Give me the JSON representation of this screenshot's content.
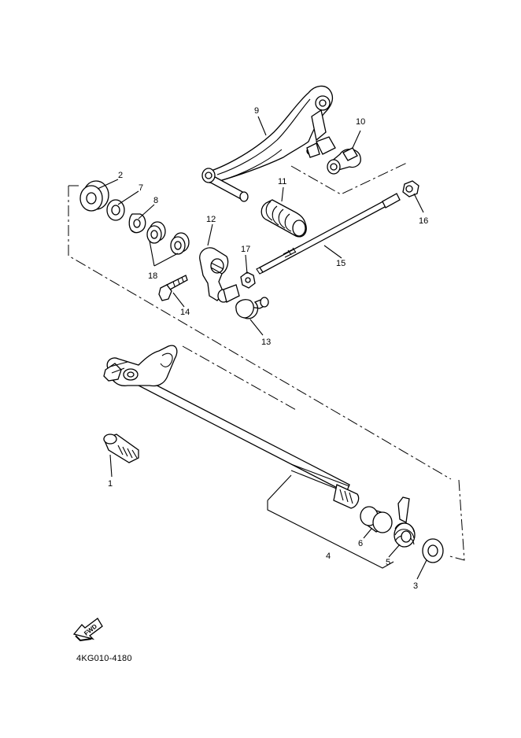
{
  "diagram": {
    "part_numbers": [
      "1",
      "2",
      "3",
      "4",
      "5",
      "6",
      "7",
      "8",
      "9",
      "10",
      "11",
      "12",
      "13",
      "14",
      "15",
      "16",
      "17",
      "18"
    ],
    "forward_arrow_text": "FWD",
    "drawing_code": "4KG010-4180"
  }
}
